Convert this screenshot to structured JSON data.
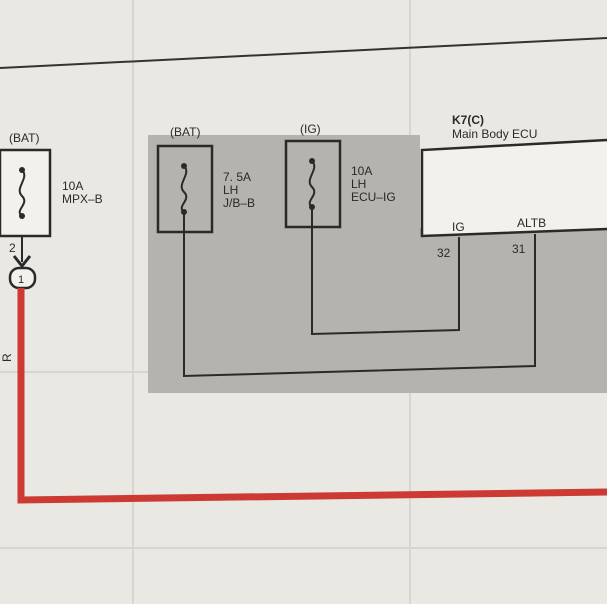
{
  "fuses": {
    "f1": {
      "supply": "(BAT)",
      "rating": "10A",
      "name": "MPX–B",
      "pin_out": "2"
    },
    "f2": {
      "supply": "(BAT)",
      "rating": "7. 5A",
      "name_line1": "LH",
      "name_line2": "J/B–B"
    },
    "f3": {
      "supply": "(IG)",
      "rating": "10A",
      "name_line1": "LH",
      "name_line2": "ECU–IG"
    }
  },
  "ecu": {
    "code": "K7(C)",
    "name": "Main Body ECU",
    "pins": [
      {
        "label": "IG",
        "number": "32"
      },
      {
        "label": "ALTB",
        "number": "31"
      }
    ]
  },
  "connector": {
    "number": "1"
  },
  "wire": {
    "color_code": "R",
    "color": "#cc3a33"
  },
  "colors": {
    "shade": "#b4b3ad",
    "line": "#2a2a2a",
    "paper": "#e9e8e2"
  }
}
